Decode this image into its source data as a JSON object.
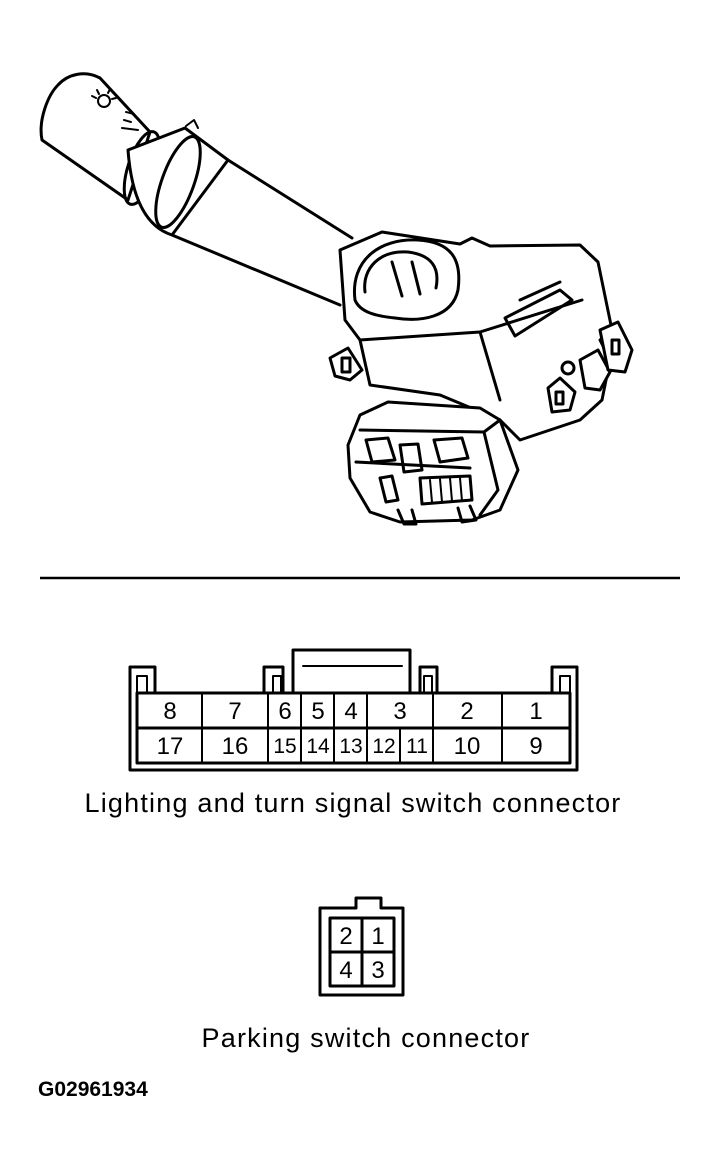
{
  "lighting_connector": {
    "caption": "Lighting and turn signal switch connector",
    "top_row": [
      "8",
      "7",
      "6",
      "5",
      "4",
      "3",
      "2",
      "1"
    ],
    "bottom_row": [
      "17",
      "16",
      "15",
      "14",
      "13",
      "12",
      "11",
      "10",
      "9"
    ]
  },
  "parking_connector": {
    "caption": "Parking switch connector",
    "top_row": [
      "2",
      "1"
    ],
    "bottom_row": [
      "4",
      "3"
    ]
  },
  "figure_id": "G02961934"
}
